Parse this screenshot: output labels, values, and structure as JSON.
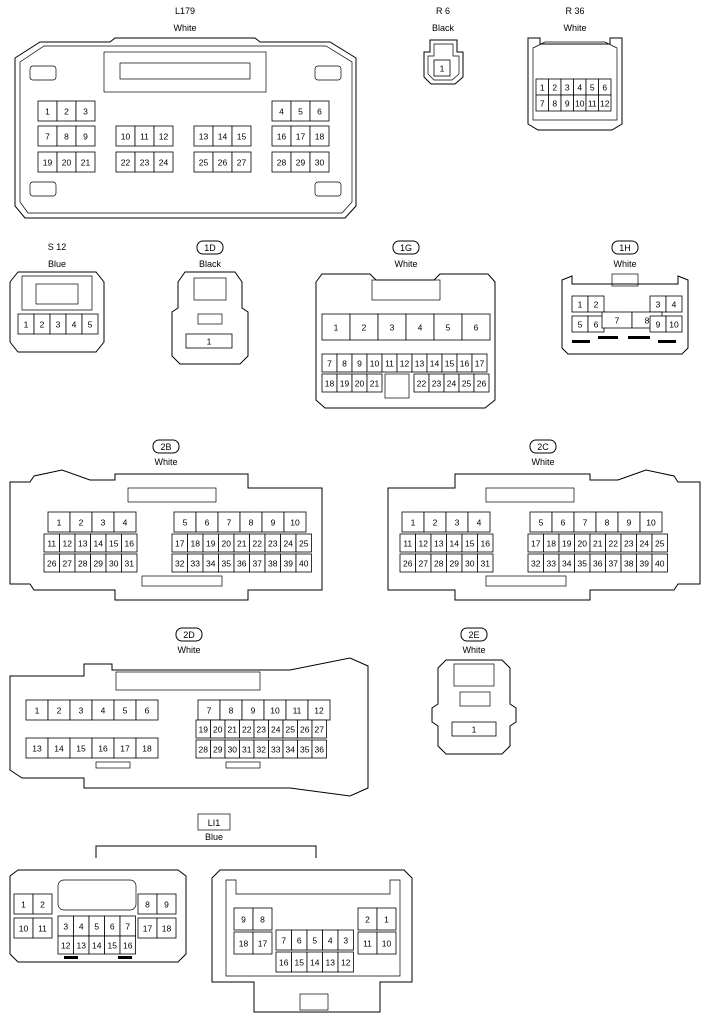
{
  "connectors": [
    {
      "id": "L179",
      "color": "White",
      "badge": false
    },
    {
      "id": "R 6",
      "color": "Black",
      "badge": false
    },
    {
      "id": "R 36",
      "color": "White",
      "badge": false
    },
    {
      "id": "S 12",
      "color": "Blue",
      "badge": false
    },
    {
      "id": "1D",
      "color": "Black",
      "badge": true
    },
    {
      "id": "1G",
      "color": "White",
      "badge": true
    },
    {
      "id": "1H",
      "color": "White",
      "badge": true
    },
    {
      "id": "2B",
      "color": "White",
      "badge": true
    },
    {
      "id": "2C",
      "color": "White",
      "badge": true
    },
    {
      "id": "2D",
      "color": "White",
      "badge": true
    },
    {
      "id": "2E",
      "color": "White",
      "badge": true
    },
    {
      "id": "LI1",
      "color": "Blue",
      "badge": false
    }
  ]
}
